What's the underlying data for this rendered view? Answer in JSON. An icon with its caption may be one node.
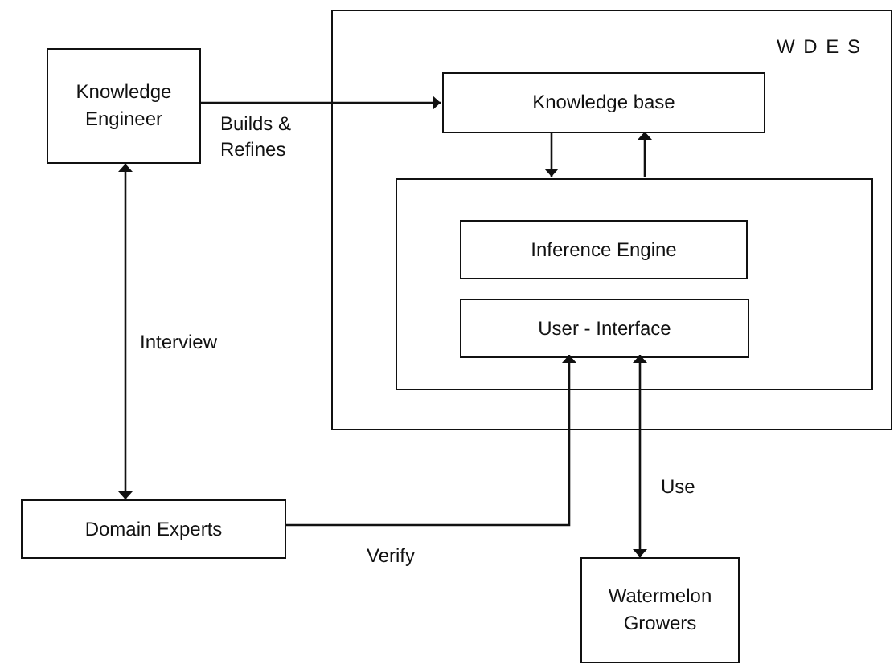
{
  "diagram": {
    "nodes": [
      {
        "text": [
          "Knowledge Engineer"
        ]
      },
      {
        "text": [
          "W D E S"
        ]
      },
      {
        "text": [
          "Knowledge base"
        ],
        "in": 1
      },
      {
        "text": [],
        "shape": "box",
        "in": 1
      },
      {
        "text": [
          "Inference Engine"
        ],
        "in": 3
      },
      {
        "text": [
          "User - Interface"
        ],
        "in": 3
      },
      {
        "text": [
          "Domain Experts"
        ]
      },
      {
        "text": [
          "Watermelon Growers"
        ]
      }
    ],
    "edges": [
      {
        "from": 0,
        "to": 2,
        "arrow": "to",
        "label": "Builds & Refines"
      },
      {
        "from": 2,
        "to": 3,
        "arrow": "to"
      },
      {
        "from": 3,
        "to": 2,
        "arrow": "to"
      },
      {
        "from": 0,
        "to": 6,
        "arrow": "both",
        "label": "Interview"
      },
      {
        "from": 6,
        "to": 5,
        "arrow": "to",
        "label": "Verify"
      },
      {
        "from": 5,
        "to": 7,
        "arrow": "both",
        "label": "Use"
      }
    ]
  }
}
